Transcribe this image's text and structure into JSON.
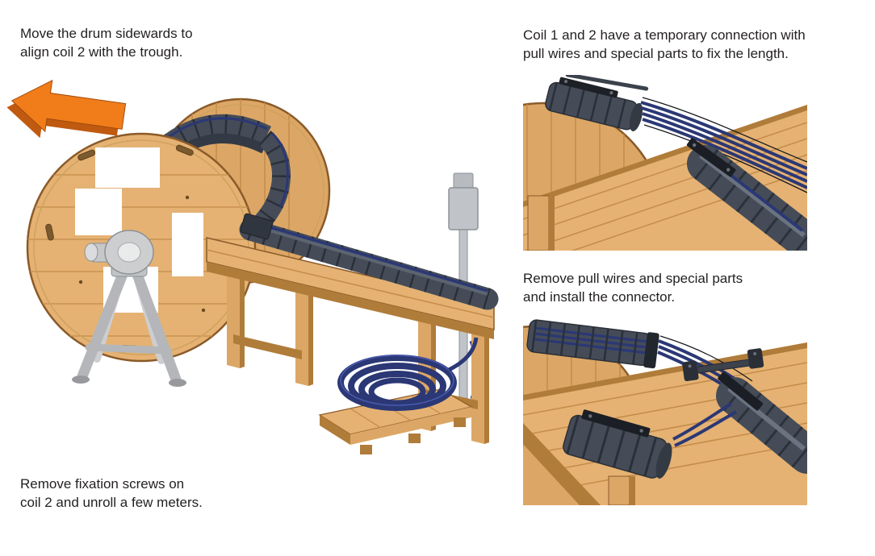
{
  "document": {
    "type": "installation-instructions",
    "background": "#ffffff"
  },
  "steps": [
    {
      "id": "move-drum",
      "line1": "Move the drum sidewards to",
      "line2": "align coil 2 with the trough."
    },
    {
      "id": "unroll-coil-2",
      "line1": "Remove fixation screws on",
      "line2": "coil 2 and unroll a few meters."
    },
    {
      "id": "temporary-connection",
      "line1": "Coil 1 and 2 have a temporary connection with",
      "line2": "pull wires and special parts to fix the length."
    },
    {
      "id": "install-connector",
      "line1": "Remove pull wires and special parts",
      "line2": "and install the connector."
    }
  ],
  "icons": {
    "move_arrow": {
      "name": "arrow-left-3d",
      "meaning": "move drum sidewards",
      "color": "#f07d1a"
    }
  },
  "illustrations": {
    "main": {
      "alt": "Cable drum on a metal stand; an energy chain with blue cables runs from the drum onto a wooden trough table; a coiled cable lies on a pallet; an orange arrow shows the sideways movement."
    },
    "detail_top": {
      "alt": "Close-up: coil 1 and coil 2 ends on the wooden trough, temporarily connected with thin pull wires and black special parts."
    },
    "detail_bottom": {
      "alt": "Close-up: pull wires and special parts removed, connector part shown ready to join coil 1 and coil 2."
    }
  },
  "colors": {
    "wood": "#dca766",
    "wood_light": "#e5b273",
    "wood_dark": "#b07c3a",
    "wood_edge": "#8a5a28",
    "wood_line": "#c48c49",
    "orange": "#f07d1a",
    "orange_dark": "#c05a10",
    "chain": "#454c58",
    "chain_dark": "#2b3038",
    "cable_blue": "#2b3875",
    "metal": "#c0c3c7",
    "metal_dark": "#8d9196",
    "text": "#231f20",
    "background": "#ffffff"
  }
}
